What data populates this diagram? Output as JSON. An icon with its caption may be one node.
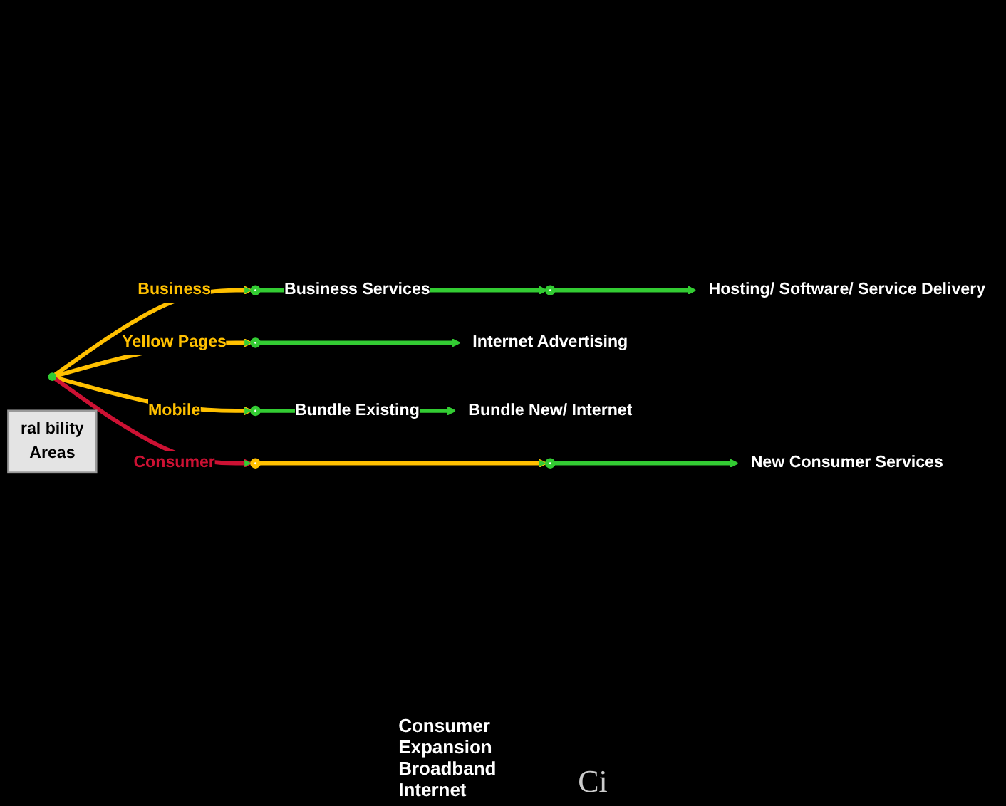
{
  "diagram": {
    "nodes": [
      {
        "text": [],
        "shape": "circle"
      },
      {
        "text": [],
        "shape": "circle"
      },
      {
        "text": [],
        "shape": "circle"
      },
      {
        "text": [
          "Hosting/ Software/ Service Delivery"
        ]
      },
      {
        "text": [],
        "shape": "circle"
      },
      {
        "text": [
          "Internet Advertising"
        ]
      },
      {
        "text": [],
        "shape": "circle"
      },
      {
        "text": [
          "Bundle New/ Internet"
        ]
      },
      {
        "text": [],
        "shape": "circle"
      },
      {
        "text": [],
        "shape": "circle"
      },
      {
        "text": [
          "New Consumer Services"
        ]
      },
      {
        "text": [
          "ral bility",
          "Areas"
        ]
      }
    ],
    "edges": [
      {
        "from": 0,
        "to": 1,
        "arrow": "to",
        "label": "Business",
        "color": "#ffc000"
      },
      {
        "from": 1,
        "to": 2,
        "arrow": "to",
        "label": "Business Services"
      },
      {
        "from": 2,
        "to": 3,
        "arrow": "to"
      },
      {
        "from": 0,
        "to": 4,
        "arrow": "to",
        "label": "Yellow Pages",
        "color": "#ffc000"
      },
      {
        "from": 4,
        "to": 5,
        "arrow": "to"
      },
      {
        "from": 0,
        "to": 6,
        "arrow": "to",
        "label": "Mobile",
        "color": "#ffc000"
      },
      {
        "from": 6,
        "to": 7,
        "arrow": "to",
        "label": "Bundle Existing"
      },
      {
        "from": 0,
        "to": 8,
        "arrow": "to",
        "label": "Consumer",
        "color": "#cc1133"
      },
      {
        "from": 8,
        "to": 9,
        "arrow": "to",
        "color": "#ffc000"
      },
      {
        "from": 9,
        "to": 10,
        "arrow": "to"
      }
    ],
    "labels": [
      "Consumer Expansion Broadband Internet",
      "Ci"
    ]
  }
}
